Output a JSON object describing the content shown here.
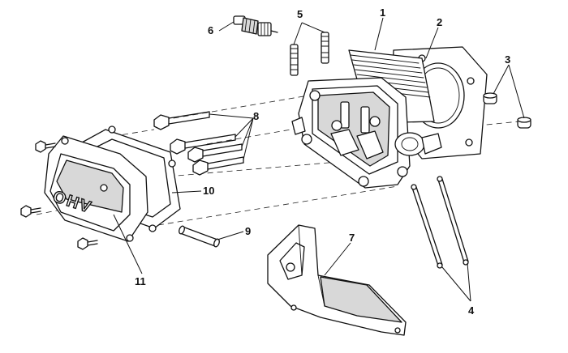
{
  "callouts": {
    "c1": "1",
    "c2": "2",
    "c3": "3",
    "c4": "4",
    "c5": "5",
    "c6": "6",
    "c7": "7",
    "c8": "8",
    "c9": "9",
    "c10": "10",
    "c11": "11"
  },
  "cover_logo_text": "OHV",
  "colors": {
    "line": "#111111",
    "background": "#ffffff",
    "shade": "#d8d8d8"
  }
}
